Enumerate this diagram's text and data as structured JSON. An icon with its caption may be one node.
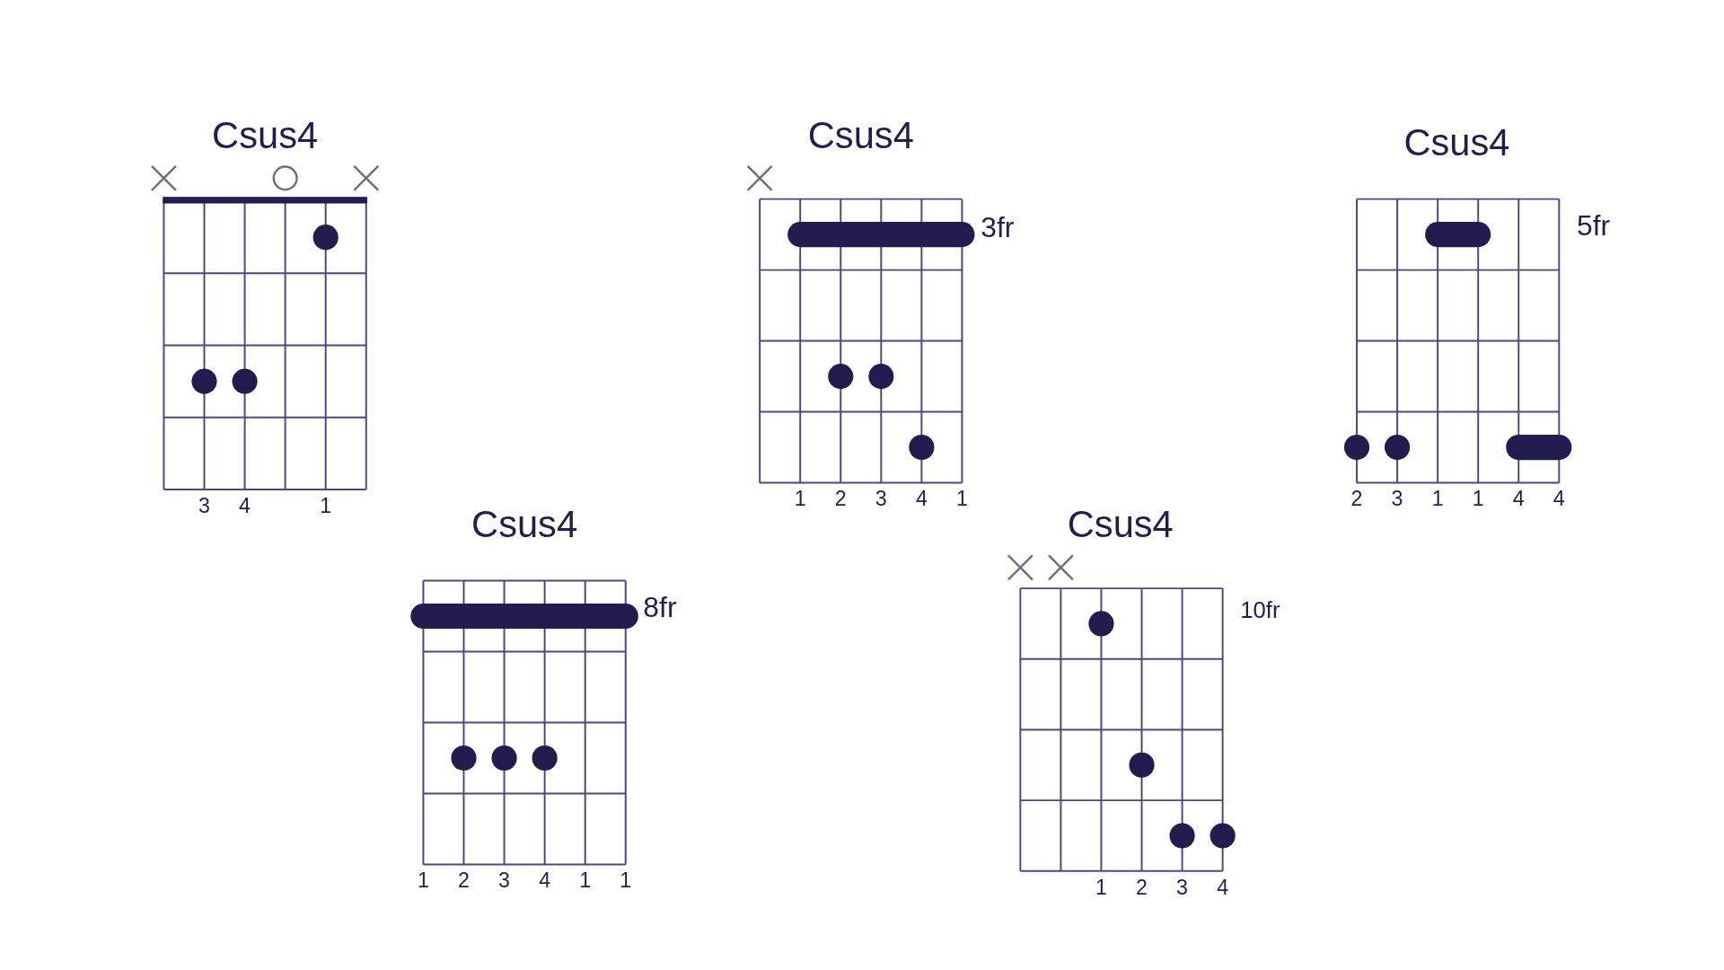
{
  "diagram": {
    "nodes": [
      {
        "text": [
          "Csus4"
        ]
      },
      {
        "text": [
          "Csus4"
        ],
        "beside": [
          "3fr"
        ]
      },
      {
        "text": [
          "Csus4"
        ],
        "beside": [
          "5fr"
        ]
      },
      {
        "text": [
          "Csus4"
        ],
        "beside": [
          "8fr"
        ]
      },
      {
        "text": [
          "Csus4"
        ],
        "beside": [
          "10fr"
        ]
      }
    ],
    "labels": [
      "3",
      "4",
      "1",
      "1",
      "2",
      "3",
      "4",
      "1",
      "2",
      "3",
      "1",
      "1",
      "4",
      "4",
      "1",
      "2",
      "3",
      "4",
      "1",
      "1",
      "1",
      "2",
      "3",
      "4"
    ]
  }
}
